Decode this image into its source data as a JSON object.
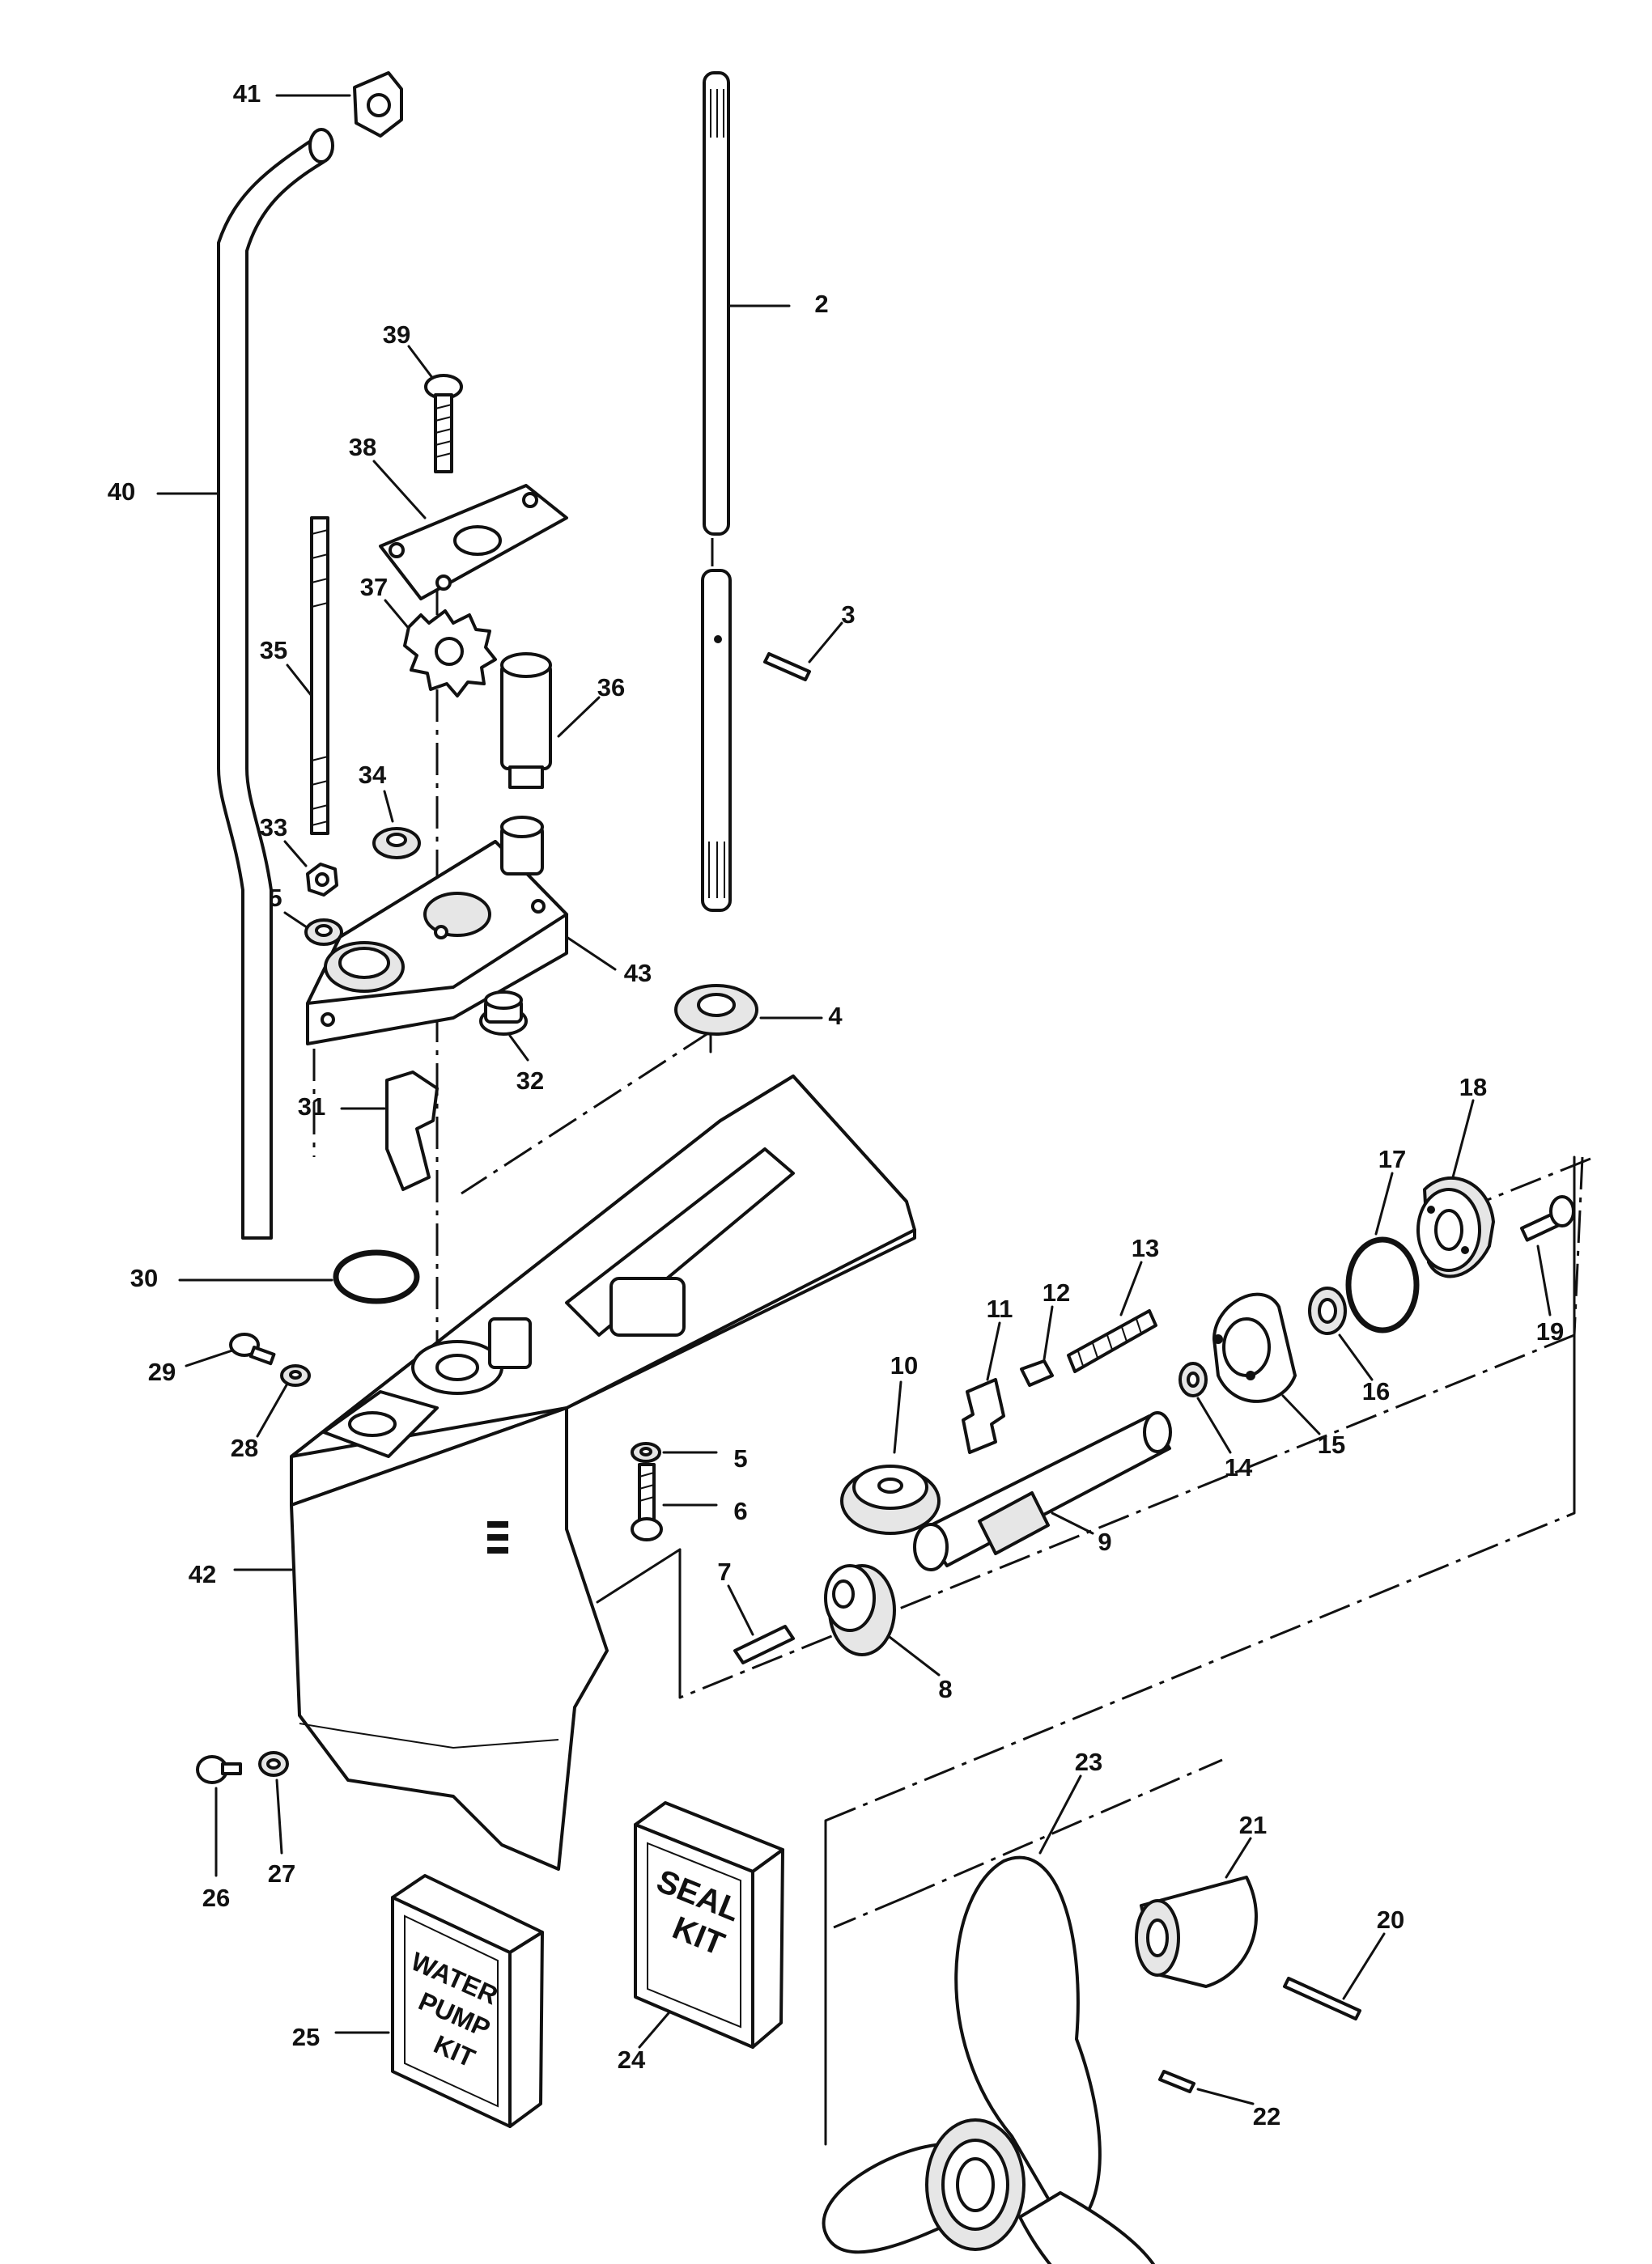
{
  "diagram": {
    "callouts": [
      {
        "id": "41",
        "text": "41"
      },
      {
        "id": "2",
        "text": "2"
      },
      {
        "id": "39",
        "text": "39"
      },
      {
        "id": "40",
        "text": "40"
      },
      {
        "id": "38",
        "text": "38"
      },
      {
        "id": "37",
        "text": "37"
      },
      {
        "id": "3",
        "text": "3"
      },
      {
        "id": "35",
        "text": "35"
      },
      {
        "id": "36",
        "text": "36"
      },
      {
        "id": "34",
        "text": "34"
      },
      {
        "id": "33",
        "text": "33"
      },
      {
        "id": "5a",
        "text": "5"
      },
      {
        "id": "43",
        "text": "43"
      },
      {
        "id": "4",
        "text": "4"
      },
      {
        "id": "32",
        "text": "32"
      },
      {
        "id": "31",
        "text": "31"
      },
      {
        "id": "18",
        "text": "18"
      },
      {
        "id": "17",
        "text": "17"
      },
      {
        "id": "13",
        "text": "13"
      },
      {
        "id": "30",
        "text": "30"
      },
      {
        "id": "11",
        "text": "11"
      },
      {
        "id": "12",
        "text": "12"
      },
      {
        "id": "19",
        "text": "19"
      },
      {
        "id": "10",
        "text": "10"
      },
      {
        "id": "16",
        "text": "16"
      },
      {
        "id": "29",
        "text": "29"
      },
      {
        "id": "28",
        "text": "28"
      },
      {
        "id": "15",
        "text": "15"
      },
      {
        "id": "14",
        "text": "14"
      },
      {
        "id": "5b",
        "text": "5"
      },
      {
        "id": "6",
        "text": "6"
      },
      {
        "id": "9",
        "text": "9"
      },
      {
        "id": "42",
        "text": "42"
      },
      {
        "id": "7",
        "text": "7"
      },
      {
        "id": "8",
        "text": "8"
      },
      {
        "id": "23",
        "text": "23"
      },
      {
        "id": "21",
        "text": "21"
      },
      {
        "id": "26",
        "text": "26"
      },
      {
        "id": "27",
        "text": "27"
      },
      {
        "id": "20",
        "text": "20"
      },
      {
        "id": "25",
        "text": "25"
      },
      {
        "id": "24",
        "text": "24"
      },
      {
        "id": "22",
        "text": "22"
      }
    ],
    "kits": {
      "seal_kit": {
        "line1": "SEAL",
        "line2": "KIT"
      },
      "water_pump_kit": {
        "line1": "WATER",
        "line2": "PUMP",
        "line3": "KIT"
      }
    }
  }
}
